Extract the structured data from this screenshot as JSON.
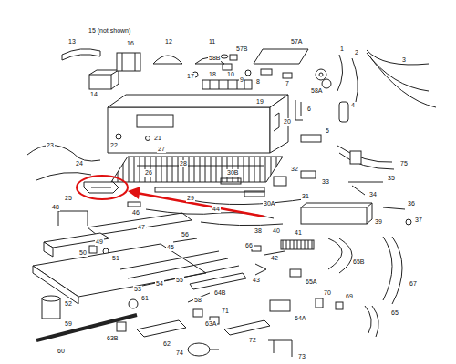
{
  "diagram": {
    "labels": [
      "13",
      "15 (not shown)",
      "16",
      "12",
      "11",
      "58B",
      "57B",
      "57A",
      "58A",
      "1",
      "2",
      "3",
      "14",
      "10",
      "17",
      "9",
      "8",
      "7",
      "18",
      "6",
      "4",
      "19",
      "20",
      "5",
      "21",
      "22",
      "27",
      "23",
      "28",
      "75",
      "24",
      "26",
      "29",
      "30B",
      "32",
      "30A",
      "33",
      "31",
      "35",
      "34",
      "25",
      "46",
      "36",
      "37",
      "48",
      "47",
      "44",
      "38",
      "40",
      "39",
      "49",
      "45",
      "41",
      "42",
      "50",
      "51",
      "53",
      "54",
      "55",
      "56",
      "64B",
      "66",
      "65B",
      "65A",
      "43",
      "67",
      "52",
      "61",
      "58",
      "70",
      "69",
      "64A",
      "65",
      "59",
      "62",
      "63B",
      "63A",
      "71",
      "60",
      "72",
      "74",
      "73"
    ]
  }
}
